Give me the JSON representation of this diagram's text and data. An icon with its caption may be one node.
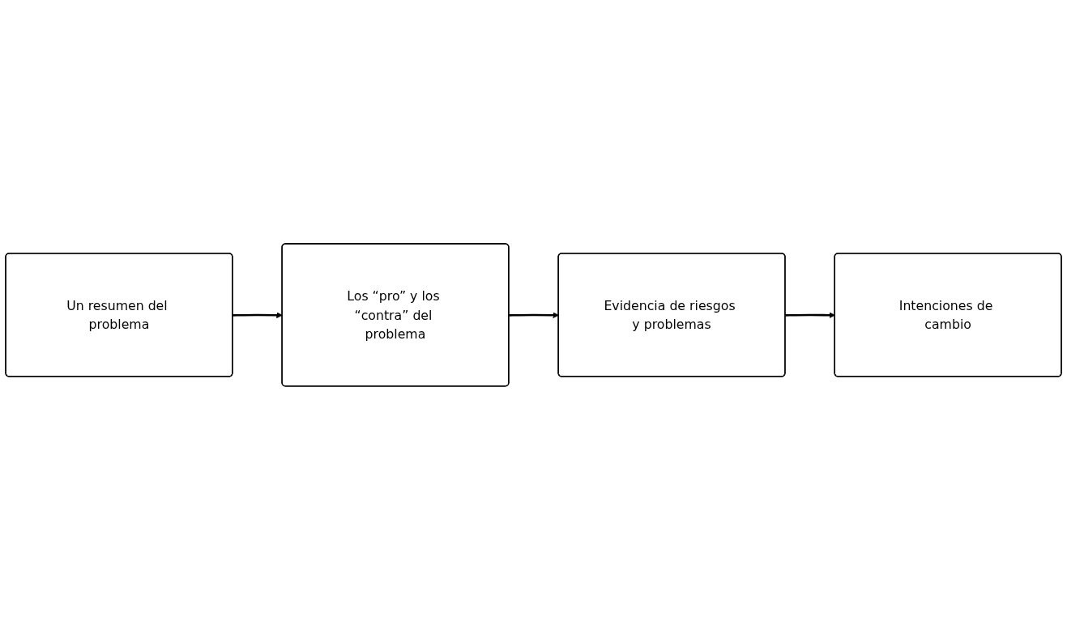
{
  "diagram": {
    "nodes": [
      {
        "text": [
          "Un resumen del problema"
        ]
      },
      {
        "text": [
          "Los “pro” y los “contra” del problema"
        ]
      },
      {
        "text": [
          "Evidencia de riesgos y problemas"
        ]
      },
      {
        "text": [
          "Intenciones de cambio"
        ]
      }
    ],
    "edges": [
      {
        "from": 0,
        "to": 1,
        "arrow": "to"
      },
      {
        "from": 1,
        "to": 2,
        "arrow": "to"
      },
      {
        "from": 2,
        "to": 3,
        "arrow": "to"
      }
    ]
  }
}
